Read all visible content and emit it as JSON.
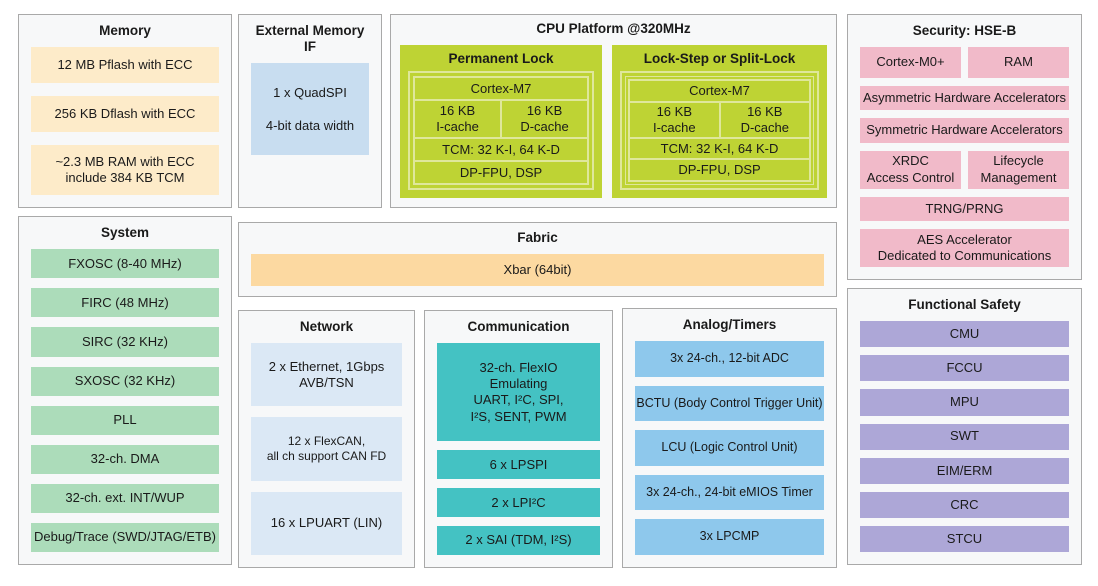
{
  "memory": {
    "title": "Memory",
    "items": [
      "12 MB Pflash with ECC",
      "256 KB Dflash with ECC",
      "~2.3 MB RAM with ECC\ninclude 384 KB TCM"
    ]
  },
  "external_memory_if": {
    "title": "External Memory IF",
    "item": "1 x QuadSPI\n\n4-bit data width"
  },
  "cpu_platform": {
    "title": "CPU Platform @320MHz",
    "cores": [
      {
        "title": "Permanent Lock",
        "cpu": "Cortex-M7",
        "icache": "16 KB\nI-cache",
        "dcache": "16 KB\nD-cache",
        "tcm": "TCM: 32 K-I, 64 K-D",
        "fpu": "DP-FPU, DSP"
      },
      {
        "title": "Lock-Step or Split-Lock",
        "cpu": "Cortex-M7",
        "icache": "16 KB\nI-cache",
        "dcache": "16 KB\nD-cache",
        "tcm": "TCM: 32 K-I, 64 K-D",
        "fpu": "DP-FPU, DSP"
      }
    ]
  },
  "security": {
    "title": "Security: HSE-B",
    "row1": [
      "Cortex-M0+",
      "RAM"
    ],
    "single1": "Asymmetric Hardware Accelerators",
    "single2": "Symmetric Hardware Accelerators",
    "row2": [
      "XRDC\nAccess Control",
      "Lifecycle\nManagement"
    ],
    "single3": "TRNG/PRNG",
    "single4": "AES Accelerator\nDedicated to Communications"
  },
  "system": {
    "title": "System",
    "items": [
      "FXOSC (8-40 MHz)",
      "FIRC (48 MHz)",
      "SIRC (32 KHz)",
      "SXOSC (32 KHz)",
      "PLL",
      "32-ch. DMA",
      "32-ch. ext. INT/WUP",
      "Debug/Trace (SWD/JTAG/ETB)"
    ]
  },
  "fabric": {
    "title": "Fabric",
    "item": "Xbar (64bit)"
  },
  "network": {
    "title": "Network",
    "items": [
      "2 x Ethernet, 1Gbps\nAVB/TSN",
      "12 x FlexCAN,\nall ch support CAN FD",
      "16 x LPUART (LIN)"
    ]
  },
  "communication": {
    "title": "Communication",
    "items": [
      "32-ch. FlexIO\nEmulating\nUART, I²C, SPI,\nI²S, SENT, PWM",
      "6 x LPSPI",
      "2 x LPI²C",
      "2 x SAI (TDM, I²S)"
    ]
  },
  "analog_timers": {
    "title": "Analog/Timers",
    "items": [
      "3x 24-ch., 12-bit ADC",
      "BCTU (Body Control Trigger Unit)",
      "LCU (Logic Control Unit)",
      "3x 24-ch., 24-bit eMIOS Timer",
      "3x LPCMP"
    ]
  },
  "functional_safety": {
    "title": "Functional Safety",
    "items": [
      "CMU",
      "FCCU",
      "MPU",
      "SWT",
      "EIM/ERM",
      "CRC",
      "STCU"
    ]
  },
  "colors": {
    "text": "#1a1a1a",
    "panel_bg": "#f7f8f9",
    "panel_border": "#a9a9a9",
    "memory_item": "#fdebc9",
    "extmem_item": "#c8ddf0",
    "cpu_block": "#bed334",
    "cpu_line": "#dfe79b",
    "security_item": "#f1bac9",
    "system_item": "#acdcba",
    "fabric_item": "#fcd9a1",
    "network_item": "#dbe8f5",
    "comm_item": "#44c2c3",
    "analog_item": "#8ec8ec",
    "safety_item": "#ada7d7"
  }
}
